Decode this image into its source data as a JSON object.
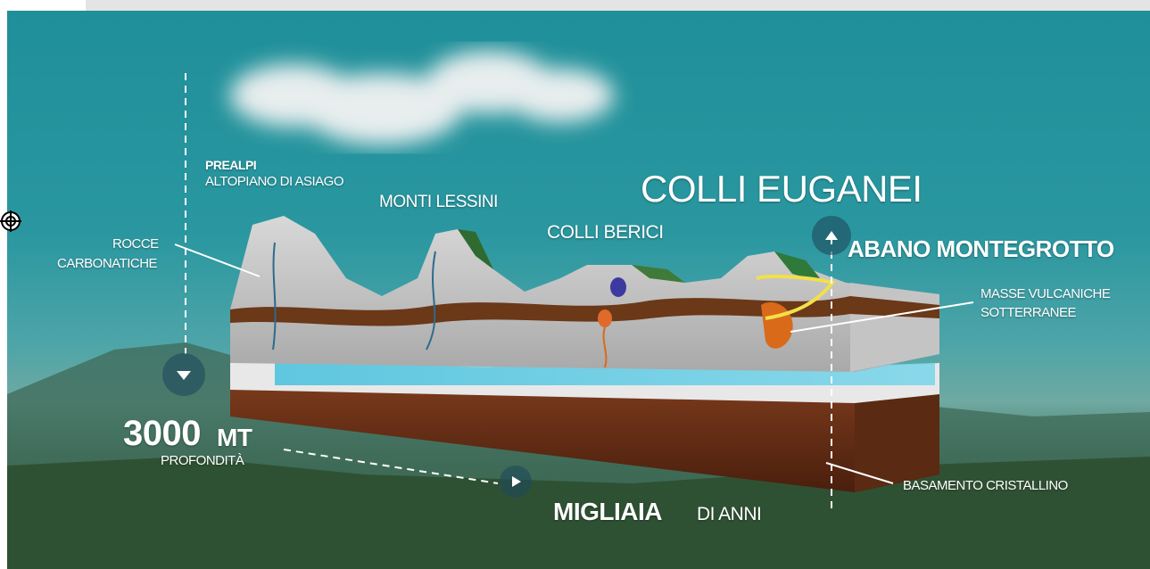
{
  "labels": {
    "prealpi": "PREALPI",
    "altopiano": "ALTOPIANO DI ASIAGO",
    "monti_lessini": "MONTI LESSINI",
    "colli_euganei": "COLLI EUGANEI",
    "colli_berici": "COLLI BERICI",
    "abano": "ABANO MONTEGROTTO",
    "rocce_1": "ROCCE",
    "rocce_2": "CARBONATICHE",
    "masse_1": "MASSE VULCANICHE",
    "masse_2": "SOTTERRANEE",
    "depth_value": "3000",
    "depth_unit": "MT",
    "depth_label": "PROFONDITÀ",
    "time_main": "MIGLIAIA",
    "time_sub": "DI ANNI",
    "basamento": "BASAMENTO CRISTALLINO"
  },
  "icons": [
    "arrow-down-icon",
    "arrow-up-icon",
    "arrow-right-icon",
    "crosshair-icon"
  ]
}
